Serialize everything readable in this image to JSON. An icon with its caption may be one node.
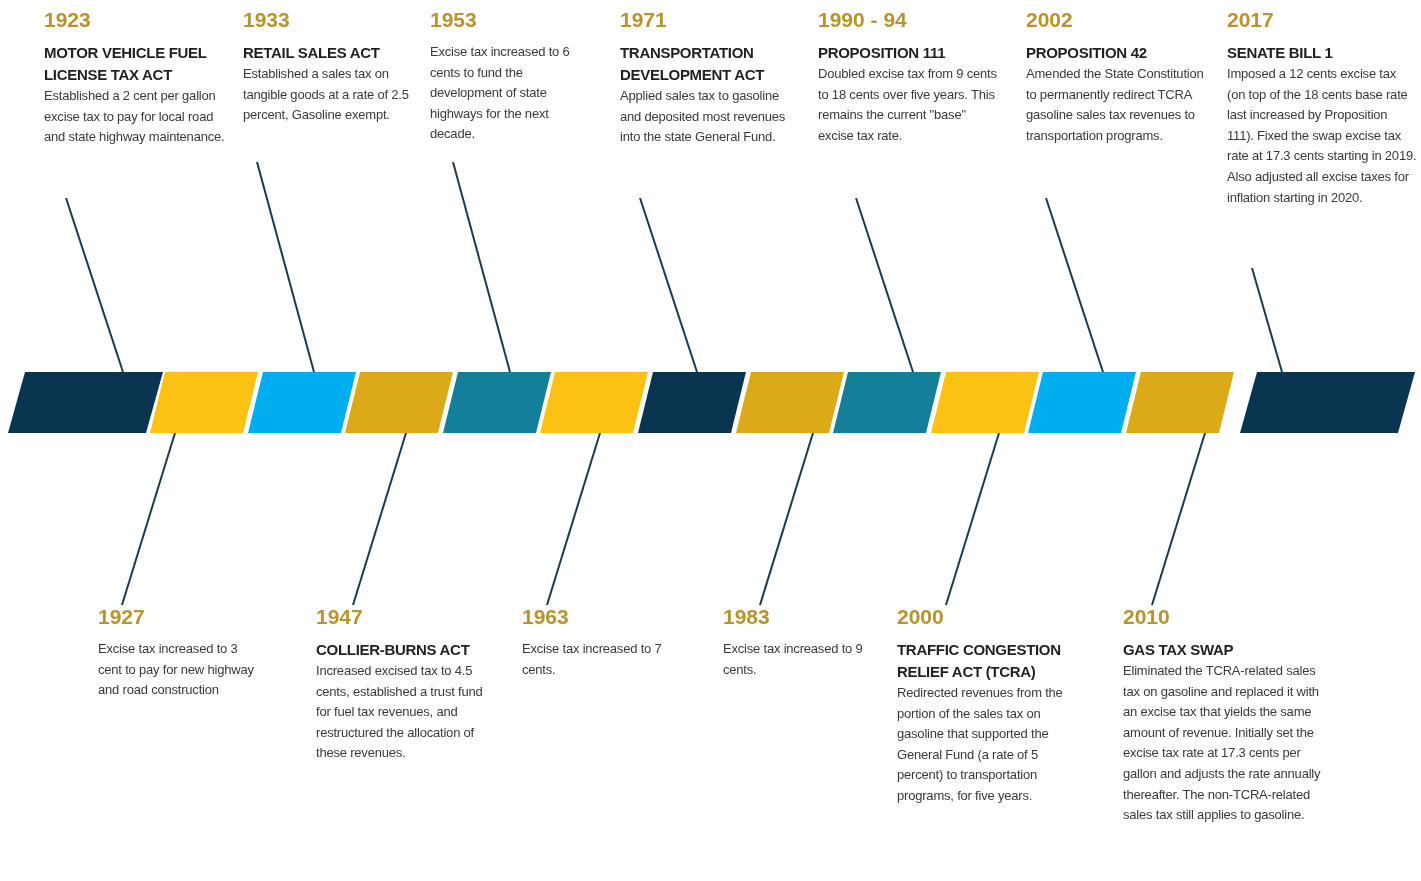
{
  "diagram": {
    "nodes": [
      {
        "text": [
          "1923",
          "MOTOR VEHICLE FUEL LICENSE TAX ACT",
          "Established a 2 cent per gallon excise tax to pay for local road and state highway maintenance."
        ]
      },
      {
        "text": [
          "1933",
          "RETAIL SALES ACT",
          "Established a sales tax on tangible goods at a rate of 2.5 percent, Gasoline exempt."
        ]
      },
      {
        "text": [
          "1953",
          "Excise tax increased to 6 cents to fund the development of state highways for the next decade."
        ]
      },
      {
        "text": [
          "1971",
          "TRANSPORTATION DEVELOPMENT ACT",
          "Applied sales tax to gasoline and deposited most revenues into the state General Fund."
        ]
      },
      {
        "text": [
          "1990 - 94",
          "PROPOSITION 111",
          "Doubled excise tax from 9 cents to 18 cents over five years. This remains the current \"base\" excise tax rate."
        ]
      },
      {
        "text": [
          "2002",
          "PROPOSITION 42",
          "Amended the State Constitution to permanently redirect TCRA gasoline sales tax revenues to transportation programs."
        ]
      },
      {
        "text": [
          "2017",
          "SENATE BILL 1",
          "Imposed a 12 cents excise tax (on top of the 18 cents base rate last increased by Proposition 111). Fixed the swap excise tax rate at 17.3 cents starting in 2019. Also adjusted all excise taxes for inflation starting in 2020."
        ]
      },
      {
        "text": [],
        "shape": "parallelogram"
      },
      {
        "text": [],
        "shape": "parallelogram"
      },
      {
        "text": [],
        "shape": "parallelogram"
      },
      {
        "text": [],
        "shape": "parallelogram"
      },
      {
        "text": [],
        "shape": "parallelogram"
      },
      {
        "text": [],
        "shape": "parallelogram"
      },
      {
        "text": [],
        "shape": "parallelogram"
      },
      {
        "text": [],
        "shape": "parallelogram"
      },
      {
        "text": [],
        "shape": "parallelogram"
      },
      {
        "text": [],
        "shape": "parallelogram"
      },
      {
        "text": [],
        "shape": "parallelogram"
      },
      {
        "text": [],
        "shape": "parallelogram"
      },
      {
        "text": [],
        "shape": "parallelogram"
      },
      {
        "text": [
          "1927",
          "Excise tax increased to 3 cent to pay for new highway and road construction"
        ]
      },
      {
        "text": [
          "1947",
          "COLLIER-BURNS ACT",
          "Increased excised tax to 4.5 cents, established a trust fund for fuel tax revenues, and restructured the allocation of these revenues."
        ]
      },
      {
        "text": [
          "1963",
          "Excise tax increased to 7 cents."
        ]
      },
      {
        "text": [
          "1983",
          "Excise tax increased to 9 cents."
        ]
      },
      {
        "text": [
          "2000",
          "TRAFFIC CONGESTION RELIEF ACT (TCRA)",
          "Redirected revenues from the portion of the sales tax on gasoline that supported the General Fund (a rate of 5 percent) to transportation programs, for five years."
        ]
      },
      {
        "text": [
          "2010",
          "GAS TAX SWAP",
          "Eliminated the TCRA-related sales tax on gasoline and replaced it with an excise tax that yields the same amount of revenue. Initially set the excise tax rate at 17.3 cents per gallon and adjusts the rate annually thereafter. The non-TCRA-related sales tax still applies to gasoline."
        ]
      }
    ],
    "edges": [
      {
        "from": 0,
        "to": 7,
        "arrow": "none"
      },
      {
        "from": 20,
        "to": 8,
        "arrow": "none"
      },
      {
        "from": 1,
        "to": 9,
        "arrow": "none"
      },
      {
        "from": 21,
        "to": 10,
        "arrow": "none"
      },
      {
        "from": 2,
        "to": 11,
        "arrow": "none"
      },
      {
        "from": 22,
        "to": 12,
        "arrow": "none"
      },
      {
        "from": 3,
        "to": 13,
        "arrow": "none"
      },
      {
        "from": 23,
        "to": 14,
        "arrow": "none"
      },
      {
        "from": 4,
        "to": 15,
        "arrow": "none"
      },
      {
        "from": 24,
        "to": 16,
        "arrow": "none"
      },
      {
        "from": 5,
        "to": 17,
        "arrow": "none"
      },
      {
        "from": 25,
        "to": 18,
        "arrow": "none"
      },
      {
        "from": 6,
        "to": 19,
        "arrow": "none"
      }
    ]
  }
}
